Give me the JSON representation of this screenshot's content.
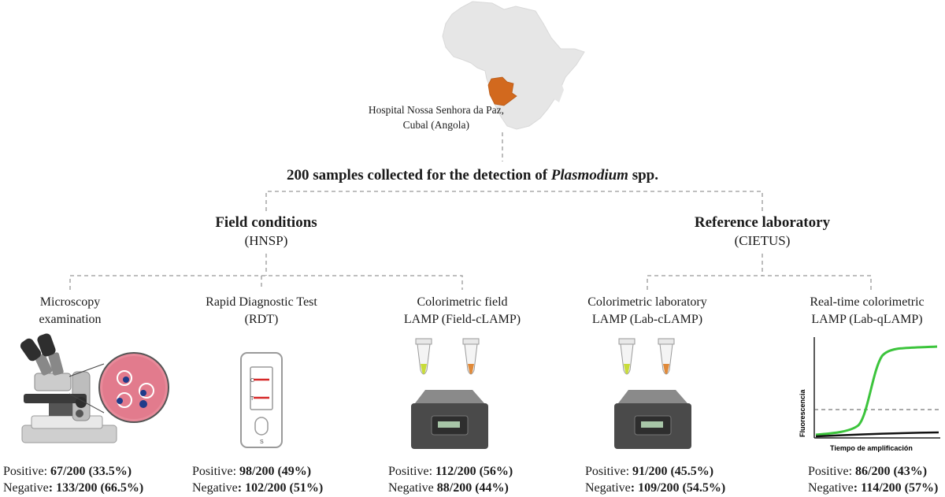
{
  "location": {
    "line1": "Hospital Nossa Senhora da Paz,",
    "line2": "Cubal (Angola)"
  },
  "title": {
    "prefix": "200 samples collected for the detection of ",
    "italic": "Plasmodium",
    "suffix": " spp."
  },
  "branches": [
    {
      "title": "Field conditions",
      "subtitle": "(HNSP)"
    },
    {
      "title": "Reference laboratory",
      "subtitle": "(CIETUS)"
    }
  ],
  "methods": [
    {
      "line1": "Microscopy",
      "line2": "examination",
      "positive_label": "Positive: ",
      "positive": "67/200 (33.5%)",
      "negative_label": "Negative",
      "negative": ": 133/200 (66.5%)"
    },
    {
      "line1": "Rapid Diagnostic Test",
      "line2": "(RDT)",
      "positive_label": "Positive: ",
      "positive": "98/200 (49%)",
      "negative_label": "Negative",
      "negative": ": 102/200 (51%)"
    },
    {
      "line1": "Colorimetric field",
      "line2": "LAMP (Field-cLAMP)",
      "positive_label": "Positive: ",
      "positive": "112/200 (56%)",
      "negative_label": "Negative ",
      "negative": "88/200 (44%)"
    },
    {
      "line1": "Colorimetric laboratory",
      "line2": "LAMP (Lab-cLAMP)",
      "positive_label": "Positive: ",
      "positive": "91/200 (45.5%)",
      "negative_label": "Negative",
      "negative": ": 109/200 (54.5%)"
    },
    {
      "line1": "Real-time colorimetric",
      "line2": "LAMP (Lab-qLAMP)",
      "positive_label": "Positive: ",
      "positive": "86/200 (43%)",
      "negative_label": "Negative",
      "negative": ": 114/200 (57%)"
    }
  ],
  "rdt_labels": {
    "control": "C",
    "test": "T",
    "sample": "S"
  },
  "amplification_chart": {
    "ylabel": "Fluorescencia",
    "xlabel": "Tiempo de amplificación"
  },
  "colors": {
    "angola": "#d2691e",
    "africa": "#e6e6e6",
    "dashed": "#999999",
    "rdt_line": "#d62828",
    "positive_curve": "#3cc43c"
  },
  "icons": [
    "africa-map-icon",
    "microscope-icon",
    "rdt-cassette-icon",
    "tubes-icon",
    "heat-block-icon",
    "amplification-curve-icon"
  ]
}
